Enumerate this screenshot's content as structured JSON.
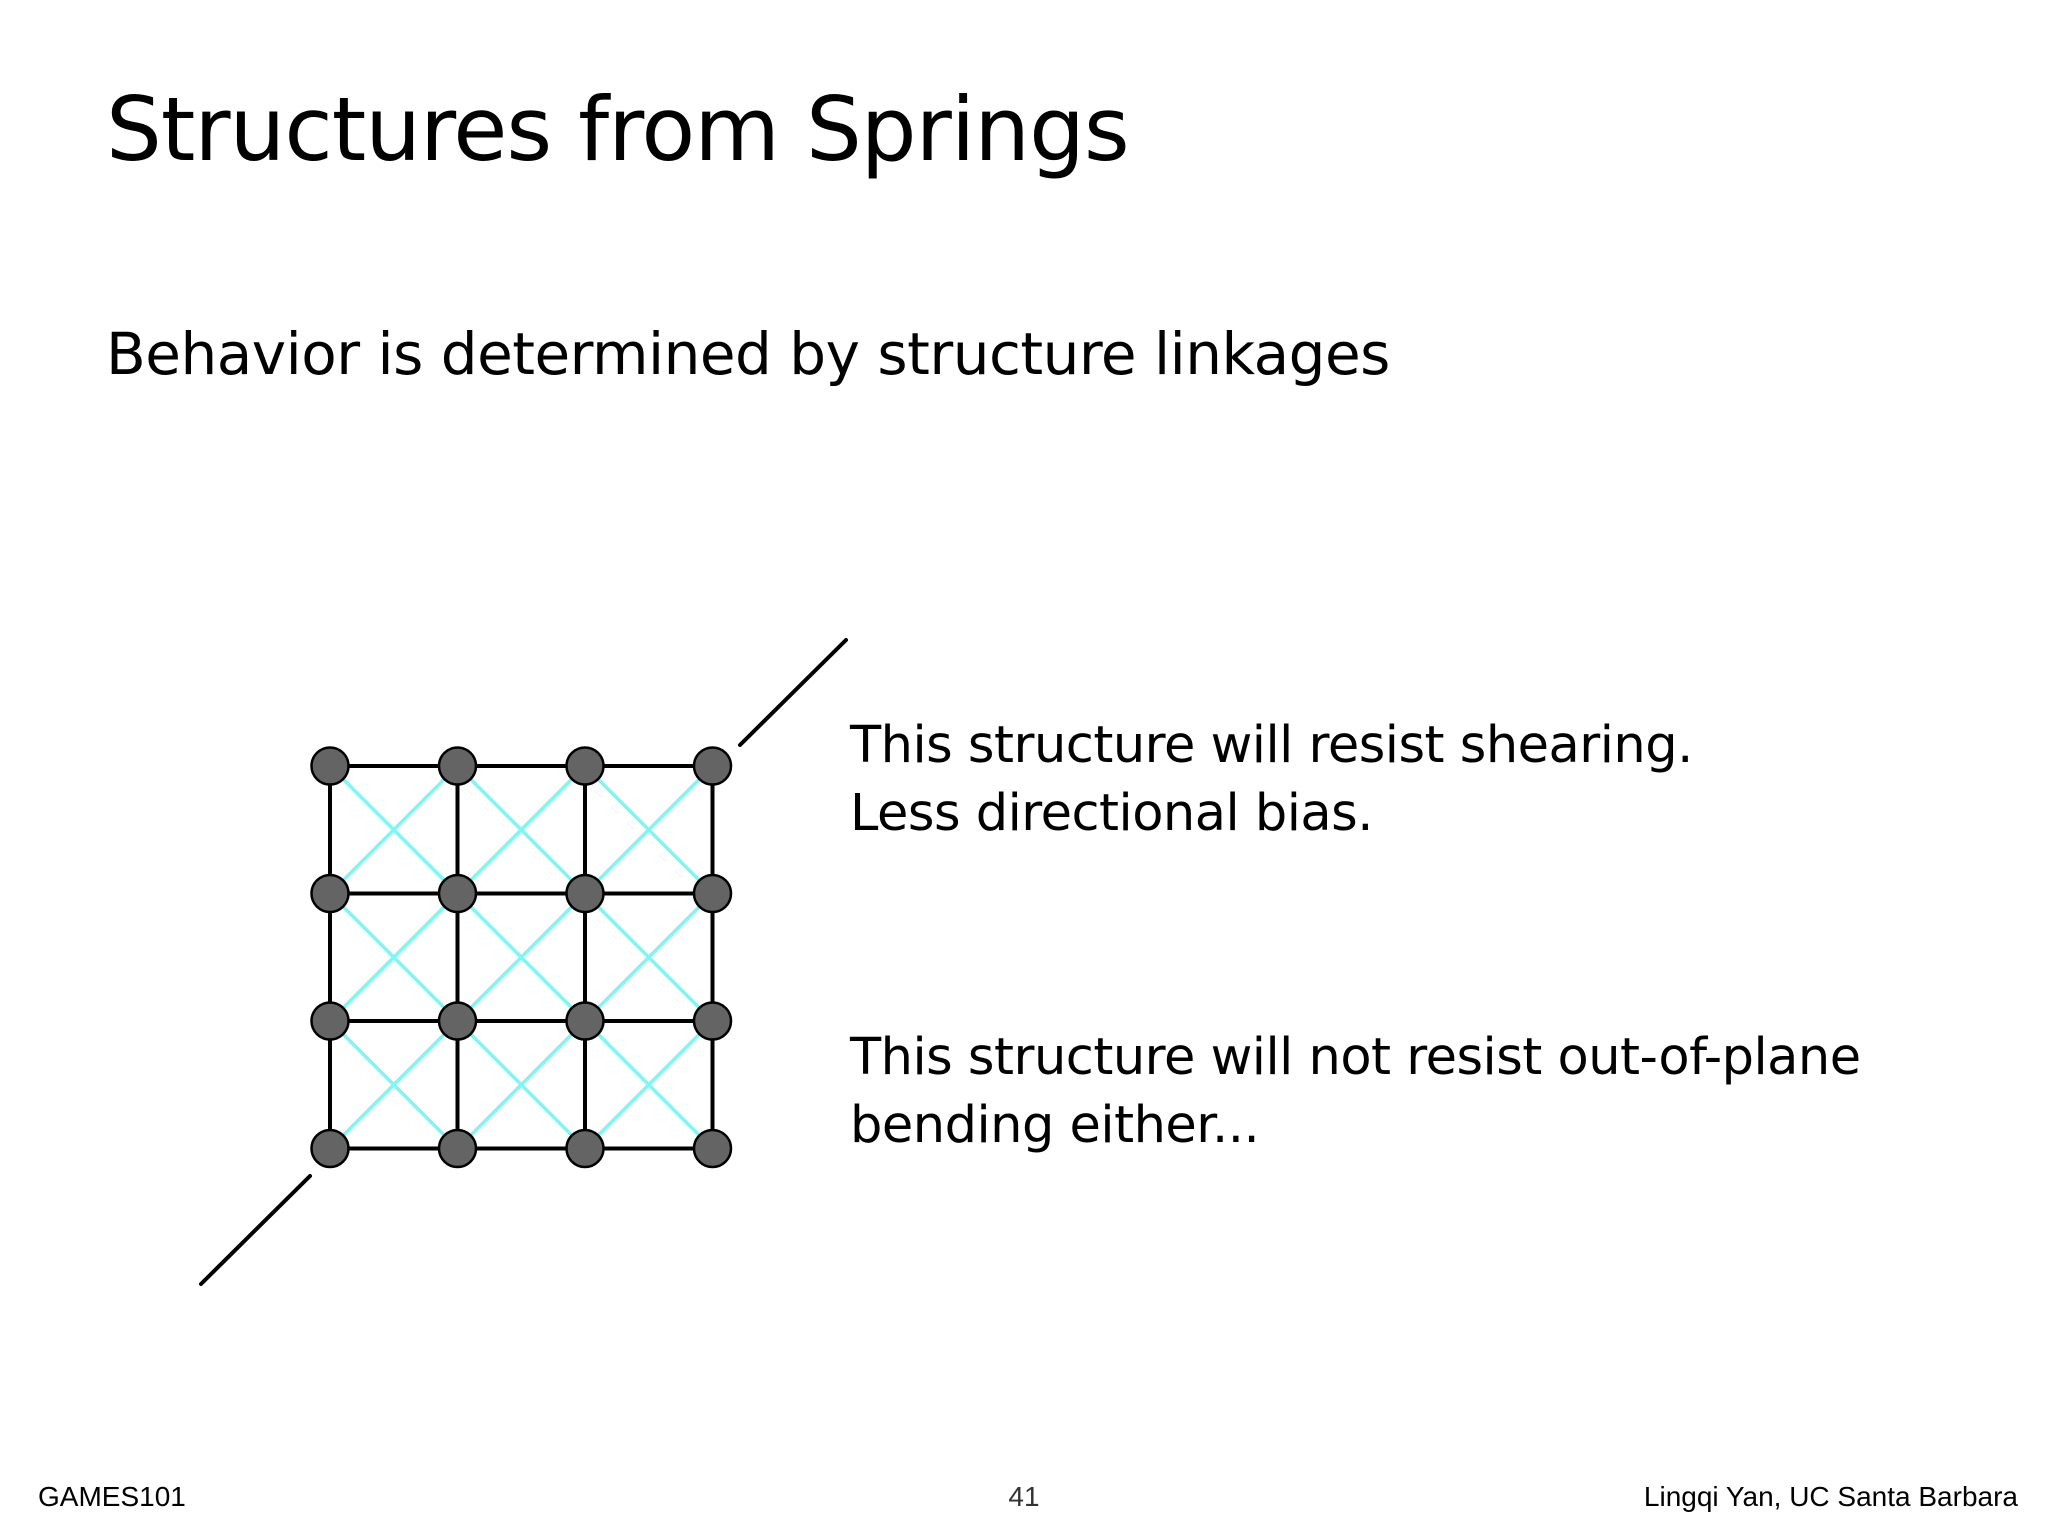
{
  "slide": {
    "title": "Structures from Springs",
    "subtitle": "Behavior is determined by structure linkages"
  },
  "notes": {
    "shear_line1": "This structure will resist shearing.",
    "shear_line2": "Less directional bias.",
    "bend_line1": "This structure will not resist out-of-plane",
    "bend_line2": "bending either..."
  },
  "footer": {
    "left": "GAMES101",
    "page_number": "41",
    "right": "Lingqi Yan, UC Santa Barbara"
  },
  "colors": {
    "structural_spring": "#000000",
    "shear_spring": "#7ff5f5",
    "mass_fill": "#646464",
    "mass_stroke": "#000000"
  },
  "mesh": {
    "rows": 4,
    "cols": 4,
    "shear_springs": true
  }
}
